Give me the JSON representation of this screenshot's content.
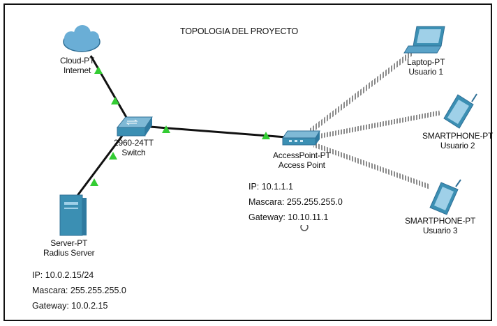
{
  "title": "TOPOLOGIA DEL PROYECTO",
  "devices": {
    "cloud": {
      "model": "Cloud-PT",
      "name": "Internet"
    },
    "switch": {
      "model": "2960-24TT",
      "name": "Switch"
    },
    "server": {
      "model": "Server-PT",
      "name": "Radius Server"
    },
    "ap": {
      "model": "AccessPoint-PT",
      "name": "Access Point"
    },
    "laptop": {
      "model": "Laptop-PT",
      "name": "Usuario 1"
    },
    "phone2": {
      "model": "SMARTPHONE-PT",
      "name": "Usuario 2"
    },
    "phone3": {
      "model": "SMARTPHONE-PT",
      "name": "Usuario 3"
    }
  },
  "server_info": {
    "ip": "IP: 10.0.2.15/24",
    "mask": "Mascara: 255.255.255.0",
    "gateway": "Gateway: 10.0.2.15"
  },
  "ap_info": {
    "ip": "IP: 10.1.1.1",
    "mask": "Mascara: 255.255.255.0",
    "gateway": "Gateway: 10.10.11.1"
  },
  "colors": {
    "link": "#111111",
    "link_up": "#33cc33",
    "device": "#3b8fb3",
    "wireless": "#9a9a9a"
  }
}
